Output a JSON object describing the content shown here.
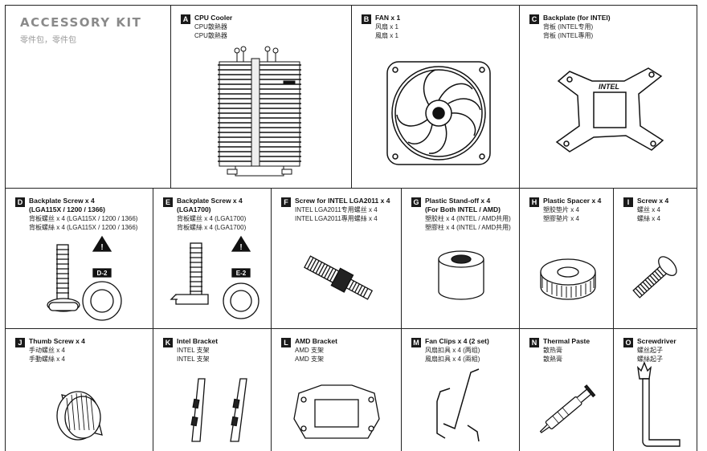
{
  "header": {
    "title": "ACCESSORY KIT",
    "subtitle": "零件包，零件包"
  },
  "items": [
    {
      "letter": "A",
      "title": "CPU Cooler",
      "lines": [
        "CPU散熱器",
        "CPU散熱器"
      ]
    },
    {
      "letter": "B",
      "title": "FAN x 1",
      "lines": [
        "风扇 x 1",
        "風扇 x 1"
      ]
    },
    {
      "letter": "C",
      "title": "Backplate (for INTEl)",
      "lines": [
        "背板 (INTEL专用)",
        "背板 (INTEL專用)"
      ],
      "label": "INTEL"
    },
    {
      "letter": "D",
      "title": "Backplate Screw x 4",
      "title2": "(LGA115X / 1200 / 1366)",
      "lines": [
        "背板螺丝 x 4 (LGA115X / 1200 / 1366)",
        "背板螺絲 x 4 (LGA115X / 1200 / 1366)"
      ],
      "tag": "D-2"
    },
    {
      "letter": "E",
      "title": "Backplate Screw x 4",
      "title2": "(LGA1700)",
      "lines": [
        "背板螺丝 x 4 (LGA1700)",
        "背板螺絲 x 4 (LGA1700)"
      ],
      "tag": "E-2"
    },
    {
      "letter": "F",
      "title": "Screw for INTEL LGA2011 x 4",
      "lines": [
        "INTEL LGA2011专用螺丝 x 4",
        "INTEL LGA2011專用螺絲 x 4"
      ]
    },
    {
      "letter": "G",
      "title": "Plastic Stand-off x 4",
      "title2": "(For Both INTEL / AMD)",
      "lines": [
        "塑胶柱 x 4 (INTEL / AMD共用)",
        "塑膠柱 x 4 (INTEL / AMD共用)"
      ]
    },
    {
      "letter": "H",
      "title": "Plastic Spacer x 4",
      "lines": [
        "塑胶垫片 x 4",
        "塑膠墊片 x 4"
      ]
    },
    {
      "letter": "I",
      "title": "Screw x 4",
      "lines": [
        "螺丝 x 4",
        "螺絲 x 4"
      ]
    },
    {
      "letter": "J",
      "title": "Thumb Screw x 4",
      "lines": [
        "手动螺丝 x 4",
        "手動螺絲 x 4"
      ]
    },
    {
      "letter": "K",
      "title": "Intel Bracket",
      "lines": [
        "INTEL 支架",
        "INTEL 支架"
      ]
    },
    {
      "letter": "L",
      "title": "AMD Bracket",
      "lines": [
        "AMD 支架",
        "AMD 支架"
      ]
    },
    {
      "letter": "M",
      "title": "Fan Clips x 4 (2 set)",
      "lines": [
        "风扇扣具 x 4 (两组)",
        "風扇扣具 x 4 (兩組)"
      ]
    },
    {
      "letter": "N",
      "title": "Thermal Paste",
      "lines": [
        "散热膏",
        "散熱膏"
      ]
    },
    {
      "letter": "O",
      "title": "Screwdriver",
      "lines": [
        "螺丝起子",
        "螺絲起子"
      ]
    }
  ]
}
